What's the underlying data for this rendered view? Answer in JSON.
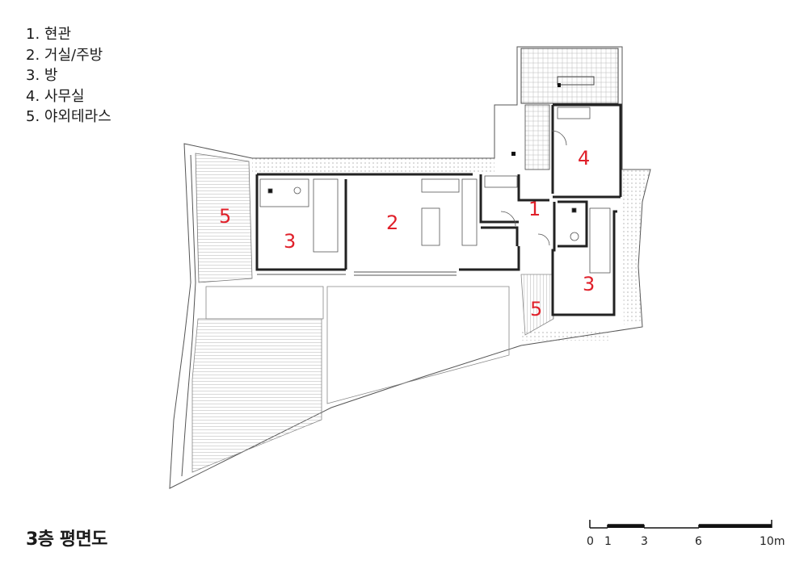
{
  "legend": [
    "1. 현관",
    "2. 거실/주방",
    "3. 방",
    "4. 사무실",
    "5. 야외테라스"
  ],
  "title": "3층 평면도",
  "room_labels": {
    "r1": "1",
    "r2": "2",
    "r3a": "3",
    "r3b": "3",
    "r4": "4",
    "r5a": "5",
    "r5b": "5"
  },
  "scale": {
    "t0": "0",
    "t1": "1",
    "t3": "3",
    "t6": "6",
    "t10": "10m"
  },
  "colors": {
    "label": "#e0202a",
    "line": "#1a1a1a",
    "wall": "#222222",
    "hatch": "#9a9a9a"
  }
}
